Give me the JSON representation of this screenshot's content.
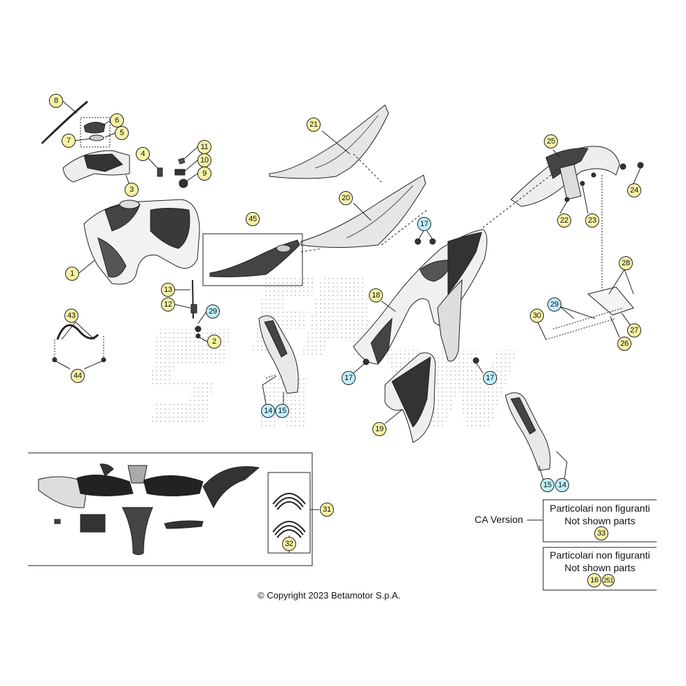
{
  "callouts": [
    {
      "label": "8",
      "style": "y"
    },
    {
      "label": "6",
      "style": "y"
    },
    {
      "label": "5",
      "style": "y"
    },
    {
      "label": "7",
      "style": "y"
    },
    {
      "label": "4",
      "style": "y"
    },
    {
      "label": "11",
      "style": "y"
    },
    {
      "label": "10",
      "style": "y"
    },
    {
      "label": "9",
      "style": "y"
    },
    {
      "label": "3",
      "style": "y"
    },
    {
      "label": "1",
      "style": "y"
    },
    {
      "label": "13",
      "style": "y"
    },
    {
      "label": "12",
      "style": "y"
    },
    {
      "label": "29",
      "style": "c"
    },
    {
      "label": "2",
      "style": "y"
    },
    {
      "label": "43",
      "style": "y"
    },
    {
      "label": "44",
      "style": "y"
    },
    {
      "label": "45",
      "style": "y"
    },
    {
      "label": "21",
      "style": "y"
    },
    {
      "label": "20",
      "style": "y"
    },
    {
      "label": "17",
      "style": "c"
    },
    {
      "label": "18",
      "style": "y"
    },
    {
      "label": "17",
      "style": "c"
    },
    {
      "label": "17",
      "style": "c"
    },
    {
      "label": "19",
      "style": "y"
    },
    {
      "label": "14",
      "style": "c"
    },
    {
      "label": "15",
      "style": "c"
    },
    {
      "label": "25",
      "style": "y"
    },
    {
      "label": "24",
      "style": "y"
    },
    {
      "label": "22",
      "style": "y"
    },
    {
      "label": "23",
      "style": "y"
    },
    {
      "label": "28",
      "style": "y"
    },
    {
      "label": "29",
      "style": "c"
    },
    {
      "label": "30",
      "style": "y"
    },
    {
      "label": "27",
      "style": "y"
    },
    {
      "label": "26",
      "style": "y"
    },
    {
      "label": "15",
      "style": "c"
    },
    {
      "label": "14",
      "style": "c"
    },
    {
      "label": "31",
      "style": "y"
    },
    {
      "label": "32",
      "style": "y"
    },
    {
      "label": "33",
      "style": "y"
    },
    {
      "label": "16",
      "style": "y"
    },
    {
      "label": "251",
      "style": "y"
    }
  ],
  "boxes": {
    "box1": {
      "line1": "Particolari non figuranti",
      "line2": "Not shown parts"
    },
    "box2": {
      "line1": "Particolari non figuranti",
      "line2": "Not shown parts"
    }
  },
  "ca_version": "CA Version",
  "copyright": "© Copyright 2023 Betamotor S.p.A."
}
